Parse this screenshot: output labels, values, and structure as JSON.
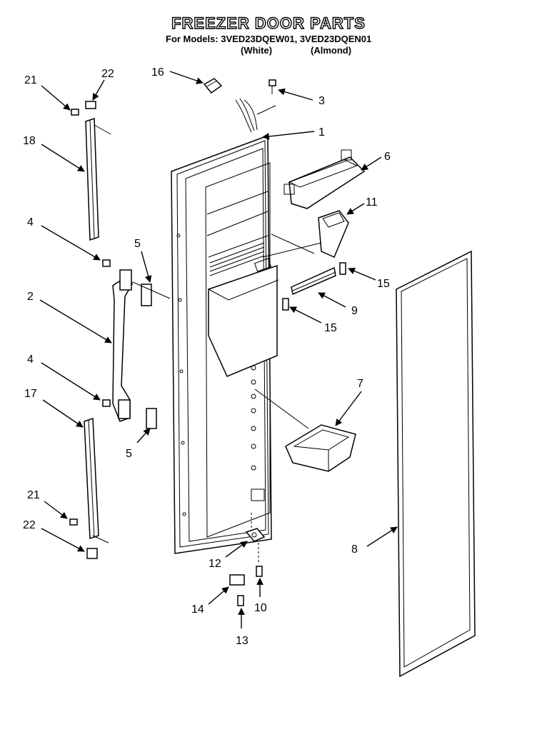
{
  "header": {
    "title": "FREEZER DOOR PARTS",
    "models_line": "For Models: 3VED23DQEW01, 3VED23DQEN01",
    "variant_white": "(White)",
    "variant_almond": "(Almond)"
  },
  "callouts": {
    "c1": "1",
    "c2": "2",
    "c3": "3",
    "c4a": "4",
    "c4b": "4",
    "c5a": "5",
    "c5b": "5",
    "c6": "6",
    "c7": "7",
    "c8": "8",
    "c9": "9",
    "c10": "10",
    "c11": "11",
    "c12": "12",
    "c13": "13",
    "c14": "14",
    "c15a": "15",
    "c15b": "15",
    "c16": "16",
    "c17": "17",
    "c18": "18",
    "c21a": "21",
    "c21b": "21",
    "c22a": "22",
    "c22b": "22"
  }
}
